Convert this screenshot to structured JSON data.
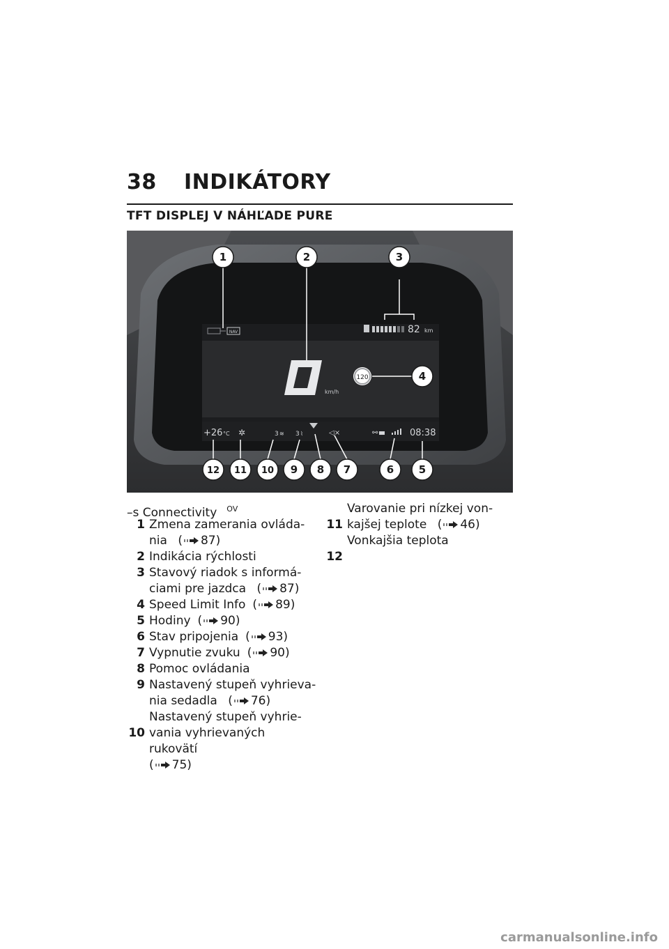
{
  "header": {
    "page_number": "38",
    "chapter": "INDIKÁTORY"
  },
  "section_title": "TFT DISPLEJ V NÁHĽADE PURE",
  "figure": {
    "callouts": [
      "1",
      "2",
      "3",
      "4",
      "5",
      "6",
      "7",
      "8",
      "9",
      "10",
      "11",
      "12"
    ],
    "screen": {
      "range": "82",
      "range_unit": "km",
      "speed_limit": "120",
      "speed_unit": "km/h",
      "temperature": "+26",
      "temperature_unit": "°C",
      "clock": "08:38",
      "nav_label": "NAV",
      "seat_heat": "3",
      "grip_heat": "3"
    }
  },
  "connectivity": {
    "label": "–s Connectivity",
    "marker": "OV"
  },
  "items_left": [
    {
      "num": "1",
      "text": "Zmena zamerania ovláda-nia",
      "ref": "87)"
    },
    {
      "num": "2",
      "text": "Indikácia rýchlosti",
      "ref": ""
    },
    {
      "num": "3",
      "text": "Stavový riadok s informá-ciami pre jazdca",
      "ref": "87)"
    },
    {
      "num": "4",
      "text": "Speed Limit Info",
      "ref": "89)"
    },
    {
      "num": "5",
      "text": "Hodiny",
      "ref": "90)"
    },
    {
      "num": "6",
      "text": "Stav pripojenia",
      "ref": "93)"
    },
    {
      "num": "7",
      "text": "Vypnutie zvuku",
      "ref": "90)"
    },
    {
      "num": "8",
      "text": "Pomoc ovládania",
      "ref": ""
    },
    {
      "num": "9",
      "text": "Nastavený stupeň vyhrieva-nia sedadla",
      "ref": "76)"
    },
    {
      "num": "10",
      "text": "Nastavený stupeň vyhrie-vania vyhrievaných rukovätí",
      "ref": "75)"
    }
  ],
  "items_right": [
    {
      "num": "11",
      "text": "Varovanie pri nízkej von-kajšej teplote",
      "ref": "46)"
    },
    {
      "num": "12",
      "text": "Vonkajšia teplota",
      "ref": ""
    }
  ],
  "watermark": "carmanualsonline.info"
}
